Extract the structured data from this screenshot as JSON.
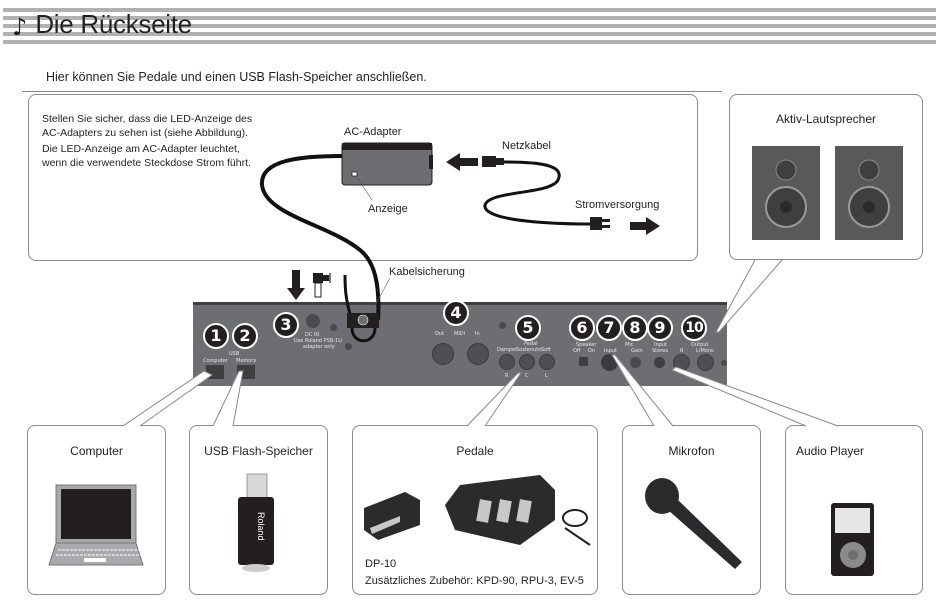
{
  "header": {
    "icon": "music-note-icon",
    "title": "Die Rückseite"
  },
  "intro": "Hier können Sie Pedale und einen USB Flash-Speicher anschließen.",
  "power_box": {
    "note_paragraphs": [
      "Stellen Sie sicher, dass die LED-Anzeige des AC-Adapters zu sehen ist (siehe Abbildung).",
      "Die LED-Anzeige am AC-Adapter leuchtet, wenn die verwendete Steckdose Strom führt."
    ],
    "ac_adapter_label": "AC-Adapter",
    "indicator_label": "Anzeige",
    "power_cord_label": "Netzkabel",
    "power_supply_label": "Stromversorgung"
  },
  "cable_hook_label": "Kabelsicherung",
  "speakers": {
    "label": "Aktiv-Lautsprecher"
  },
  "back_panel": {
    "badges": [
      "1",
      "2",
      "3",
      "4",
      "5",
      "6",
      "7",
      "8",
      "9",
      "10"
    ],
    "usb_group": "USB",
    "usb_computer": "Computer",
    "usb_memory": "Memory",
    "dc_in": "DC IN",
    "dc_note_1": "Use Roland PSB-1U",
    "dc_note_2": "adaptor only",
    "midi_group": "MIDI",
    "midi_out": "Out",
    "midi_in": "In",
    "pedal_group": "Pedal",
    "pedal_damper": "Damper",
    "pedal_sostenuto": "Sostenuto",
    "pedal_soft": "Soft",
    "pedal_r": "R",
    "pedal_c": "C",
    "pedal_l": "L",
    "speaker_group": "Speaker",
    "speaker_off": "Off",
    "speaker_on": "On",
    "mic_group": "Mic",
    "mic_input": "Input",
    "mic_gain": "Gain",
    "input_group": "Input",
    "input_stereo": "Stereo",
    "output_group": "Output",
    "output_r": "R",
    "output_l": "L/Mono"
  },
  "devices": [
    {
      "label": "Computer"
    },
    {
      "label": "USB Flash-Speicher",
      "brand": "Roland"
    },
    {
      "label": "Pedale",
      "model": "DP-10",
      "accessories": "Zusätzliches Zubehör: KPD-90, RPU-3, EV-5"
    },
    {
      "label": "Mikrofon"
    },
    {
      "label": "Audio Player"
    }
  ]
}
